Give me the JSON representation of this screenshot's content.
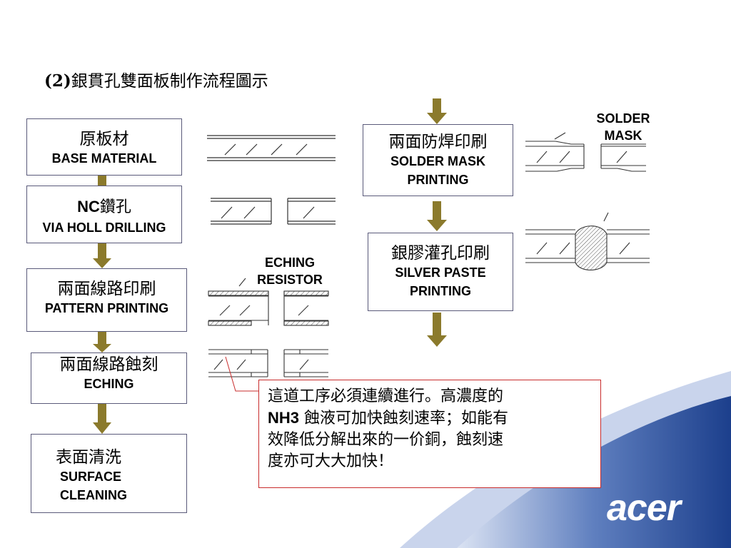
{
  "title": {
    "num": "(2)",
    "text": "銀貫孔雙面板制作流程圖示"
  },
  "steps": [
    {
      "zh": "原板材",
      "en": "BASE MATERIAL"
    },
    {
      "en_prefix": "NC",
      "zh": "鑽孔",
      "en": "VIA HOLL DRILLING"
    },
    {
      "zh": "兩面線路印刷",
      "en": "PATTERN PRINTING"
    },
    {
      "zh": "兩面線路蝕刻",
      "en": "ECHING"
    },
    {
      "zh": "表面清洗",
      "en1": "SURFACE",
      "en2": "CLEANING"
    },
    {
      "zh": "兩面防焊印刷",
      "en1": "SOLDER MASK",
      "en2": "PRINTING"
    },
    {
      "zh": "銀膠灌孔印刷",
      "en1": "SILVER PASTE",
      "en2": "PRINTING"
    }
  ],
  "labels": {
    "eching_resistor_1": "ECHING",
    "eching_resistor_2": "RESISTOR",
    "solder_mask_1": "SOLDER",
    "solder_mask_2": "MASK"
  },
  "note": {
    "line1": "這道工序必須連續進行。高濃度的",
    "nh3": "NH3",
    "line2": " 蝕液可加快蝕刻速率；如能有",
    "line3": "效降低分解出來的一价銅，蝕刻速",
    "line4": "度亦可大大加快！"
  },
  "logo": "acer",
  "colors": {
    "arrow": "#8b7a2c",
    "box_border": "#5a5a7a",
    "note_border": "#c82c2c",
    "swoosh": "#1c3f8c"
  }
}
